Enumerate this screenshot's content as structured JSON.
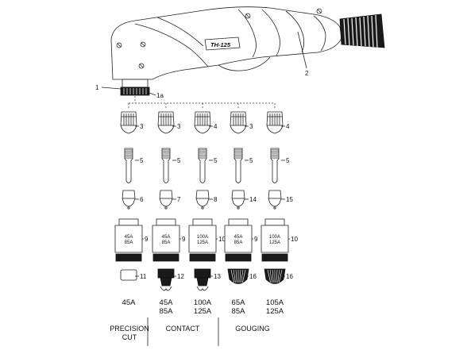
{
  "torch": {
    "model": "TH-125",
    "callouts": [
      "1",
      "1a",
      "2"
    ]
  },
  "columns": [
    {
      "parts": [
        "3",
        "5",
        "6",
        "9",
        "11"
      ],
      "rating": "45A\n85A",
      "current": [
        "45A"
      ]
    },
    {
      "parts": [
        "3",
        "5",
        "7",
        "9",
        "12"
      ],
      "rating": "45A\n85A",
      "current": [
        "45A",
        "85A"
      ]
    },
    {
      "parts": [
        "4",
        "5",
        "8",
        "10",
        "13"
      ],
      "rating": "100A\n125A",
      "current": [
        "100A",
        "125A"
      ]
    },
    {
      "parts": [
        "3",
        "5",
        "14",
        "9",
        "16"
      ],
      "rating": "45A\n85A",
      "current": [
        "65A",
        "85A"
      ]
    },
    {
      "parts": [
        "4",
        "5",
        "15",
        "10",
        "16"
      ],
      "rating": "100A\n125A",
      "current": [
        "105A",
        "125A"
      ]
    }
  ],
  "shield_ratings": [
    [
      "45A",
      "85A"
    ],
    [
      "45A",
      "85A"
    ],
    [
      "100A",
      "125A"
    ],
    [
      "45A",
      "85A"
    ],
    [
      "100A",
      "125A"
    ]
  ],
  "categories": [
    {
      "label": [
        "PRECISION",
        "CUT"
      ]
    },
    {
      "label": [
        "CONTACT"
      ]
    },
    {
      "label": [
        "GOUGING"
      ]
    }
  ]
}
